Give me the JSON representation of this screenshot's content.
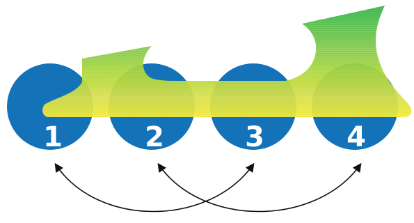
{
  "wheels": [
    {
      "label": "1"
    },
    {
      "label": "2"
    },
    {
      "label": "3"
    },
    {
      "label": "4"
    }
  ],
  "colors": {
    "wheel": "#1372b8",
    "boot_top": "#2db34a",
    "boot_mid": "#a8d23c",
    "boot_bottom": "#f2e83a",
    "arrow": "#111111",
    "label": "#ffffff"
  },
  "rotation_arrows": [
    {
      "from": "1",
      "to": "3"
    },
    {
      "from": "2",
      "to": "4"
    }
  ]
}
